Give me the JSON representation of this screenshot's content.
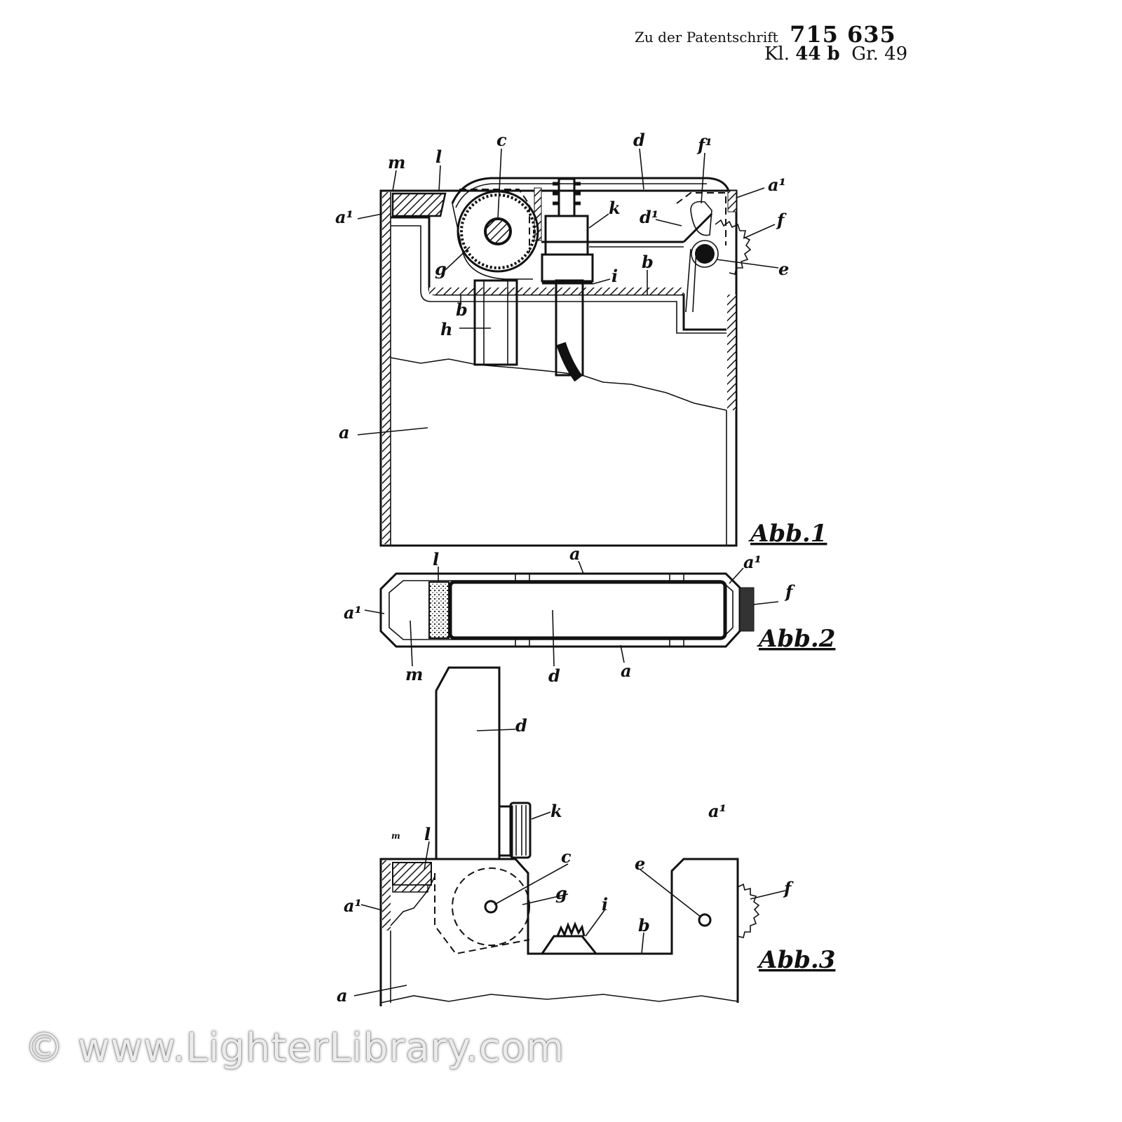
{
  "header": {
    "prefix": "Zu der Patentschrift",
    "patent_number": "715 635",
    "class_label": "Kl.",
    "class_value": "44 b",
    "group": "Gr. 49"
  },
  "figures": {
    "fig1": {
      "title": "Abb.1",
      "labels": {
        "m": "m",
        "l": "l",
        "c": "c",
        "d": "d",
        "f1": "f¹",
        "a1_left": "a¹",
        "a1_right": "a¹",
        "d1": "d¹",
        "k": "k",
        "f": "f",
        "g": "g",
        "b1": "b",
        "b2": "b",
        "i": "i",
        "e": "e",
        "h": "h",
        "a": "a"
      }
    },
    "fig2": {
      "title": "Abb.2",
      "labels": {
        "l": "l",
        "a_top": "a",
        "a1_right": "a¹",
        "f": "f",
        "a1_left": "a¹",
        "m": "m",
        "d": "d",
        "a_bottom": "a"
      }
    },
    "fig3": {
      "title": "Abb.3",
      "labels": {
        "d": "d",
        "k": "k",
        "m": "m",
        "l": "l",
        "a1_top": "a¹",
        "c": "c",
        "e": "e",
        "f": "f",
        "g": "g",
        "a1_left": "a¹",
        "i": "i",
        "b": "b",
        "a": "a"
      }
    }
  },
  "watermark": "© www.LighterLibrary.com"
}
